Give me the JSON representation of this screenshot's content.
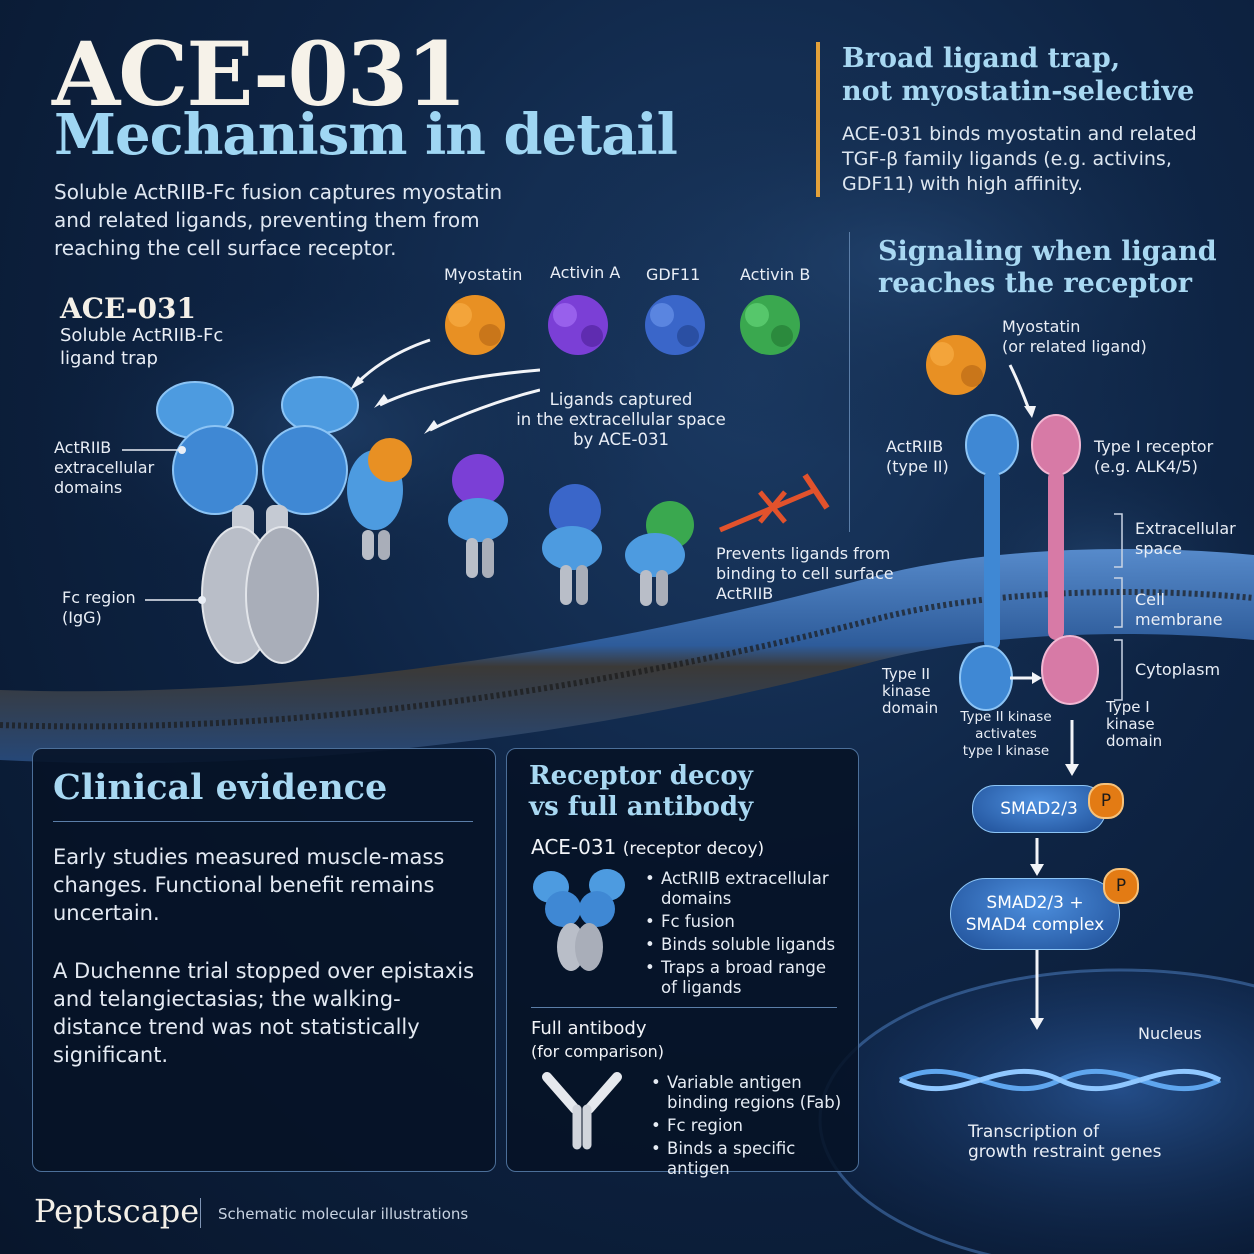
{
  "header": {
    "title": "ACE-031",
    "subtitle": "Mechanism in detail",
    "intro": "Soluble ActRIIB-Fc fusion captures myostatin and related ligands, preventing them from reaching the cell surface receptor."
  },
  "callout": {
    "title_line1": "Broad ligand trap,",
    "title_line2": "not myostatin-selective",
    "body": "ACE-031 binds myostatin and related TGF-β family ligands (e.g. activins, GDF11) with high affinity."
  },
  "trap": {
    "name": "ACE-031",
    "desc_line1": "Soluble ActRIIB-Fc",
    "desc_line2": "ligand trap",
    "label_ecd_1": "ActRIIB",
    "label_ecd_2": "extracellular",
    "label_ecd_3": "domains",
    "label_fc_1": "Fc region",
    "label_fc_2": "(IgG)"
  },
  "ligands": [
    {
      "name": "Myostatin",
      "color": "#e89023"
    },
    {
      "name": "Activin A",
      "color": "#7b3fd6"
    },
    {
      "name": "GDF11",
      "color": "#3a66c9"
    },
    {
      "name": "Activin B",
      "color": "#3aa84f"
    }
  ],
  "capture_note": {
    "line1": "Ligands captured",
    "line2": "in the extracellular space",
    "line3": "by ACE-031"
  },
  "prevent_note": {
    "line1": "Prevents ligands from",
    "line2": "binding to cell surface",
    "line3": "ActRIIB"
  },
  "signaling": {
    "title_line1": "Signaling when ligand",
    "title_line2": "reaches the receptor",
    "ligand_line1": "Myostatin",
    "ligand_line2": "(or related ligand)",
    "type2_line1": "ActRIIB",
    "type2_line2": "(type II)",
    "type1_line1": "Type I receptor",
    "type1_line2": "(e.g. ALK4/5)",
    "zone_extra_1": "Extracellular",
    "zone_extra_2": "space",
    "zone_membrane": "Cell membrane",
    "zone_cyto": "Cytoplasm",
    "k2_line1": "Type II",
    "k2_line2": "kinase",
    "k2_line3": "domain",
    "act_line1": "Type II kinase",
    "act_line2": "activates",
    "act_line3": "type I kinase",
    "k1_line1": "Type I",
    "k1_line2": "kinase",
    "k1_line3": "domain",
    "smad1": "SMAD2/3",
    "smad2_line1": "SMAD2/3 +",
    "smad2_line2": "SMAD4 complex",
    "phospho": "P",
    "nucleus": "Nucleus",
    "tx_line1": "Transcription of",
    "tx_line2": "growth restraint genes"
  },
  "clinical": {
    "title": "Clinical evidence",
    "p1": "Early studies measured muscle-mass changes. Functional benefit remains uncertain.",
    "p2": "A Duchenne trial stopped over epistaxis and telangiectasias; the walking-distance trend was not statistically significant."
  },
  "decoy": {
    "title_line1": "Receptor decoy",
    "title_line2": "vs full antibody",
    "ace_name": "ACE-031",
    "ace_qual": "(receptor decoy)",
    "ace_points": [
      "ActRIIB extracellular domains",
      "Fc fusion",
      "Binds soluble ligands",
      "Traps a broad range of ligands"
    ],
    "ab_name": "Full antibody",
    "ab_qual": "(for comparison)",
    "ab_points": [
      "Variable antigen binding regions (Fab)",
      "Fc region",
      "Binds a specific antigen"
    ]
  },
  "footer": {
    "brand": "Peptscape",
    "note": "Schematic molecular illustrations"
  },
  "colors": {
    "ecd_blue": "#4d9be0",
    "fc_gray": "#b9bec8",
    "type1_pink": "#d77aa6",
    "accent_orange": "#e3a13a",
    "title_blue": "#9fd6f3"
  }
}
